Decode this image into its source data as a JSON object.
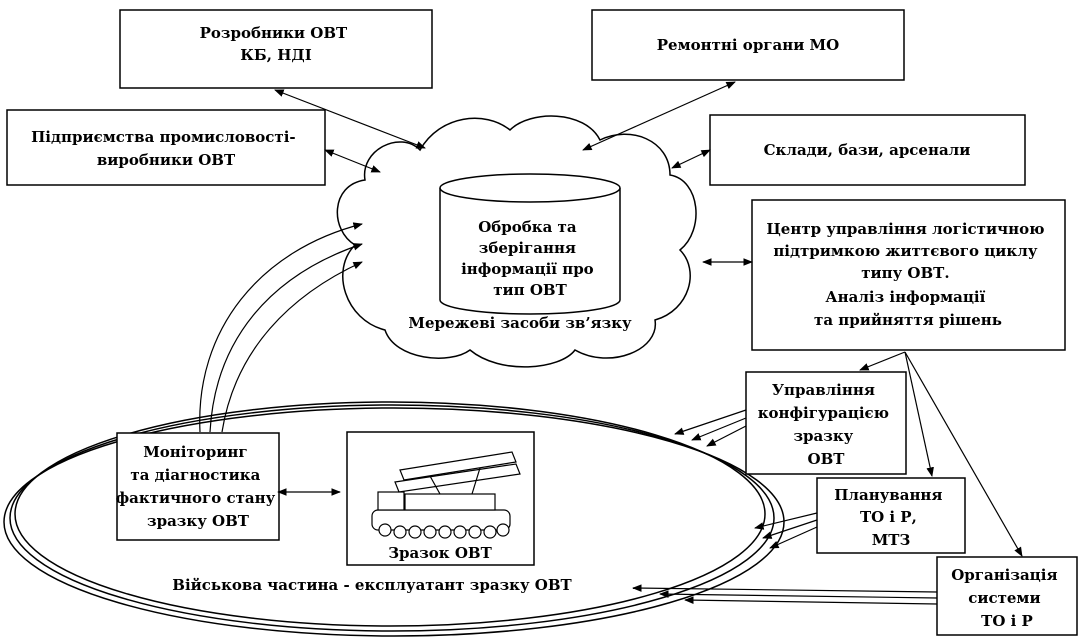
{
  "nodes": {
    "developers": [
      "Розробники ОВТ",
      "КБ, НДІ"
    ],
    "repair": [
      "Ремонтні органи МО"
    ],
    "industry": [
      "Підприємства промисловості-",
      "виробники ОВТ"
    ],
    "warehouses": [
      "Склади, бази, арсенали"
    ],
    "database": [
      "Обробка та",
      "зберігання",
      "інформації про",
      "тип ОВТ"
    ],
    "network_label": "Мережеві засоби зв’язку",
    "center": [
      "Центр управління логістичною",
      "підтримкою життєвого циклу",
      "типу ОВТ.",
      "Аналіз інформації",
      "та прийняття рішень"
    ],
    "config": [
      "Управління",
      "конфігурацією",
      "зразку",
      "ОВТ"
    ],
    "planning": [
      "Планування",
      "ТО і Р,",
      "МТЗ"
    ],
    "organization": [
      "Організація",
      "системи",
      "ТО і Р"
    ],
    "monitoring": [
      "Моніторинг",
      "та діагностика",
      "фактичного стану",
      "зразку ОВТ"
    ],
    "sample_label": "Зразок ОВТ",
    "unit_label": "Військова частина - експлуатант зразку ОВТ"
  },
  "icons": {
    "vehicle": "military-vehicle-drawing"
  }
}
